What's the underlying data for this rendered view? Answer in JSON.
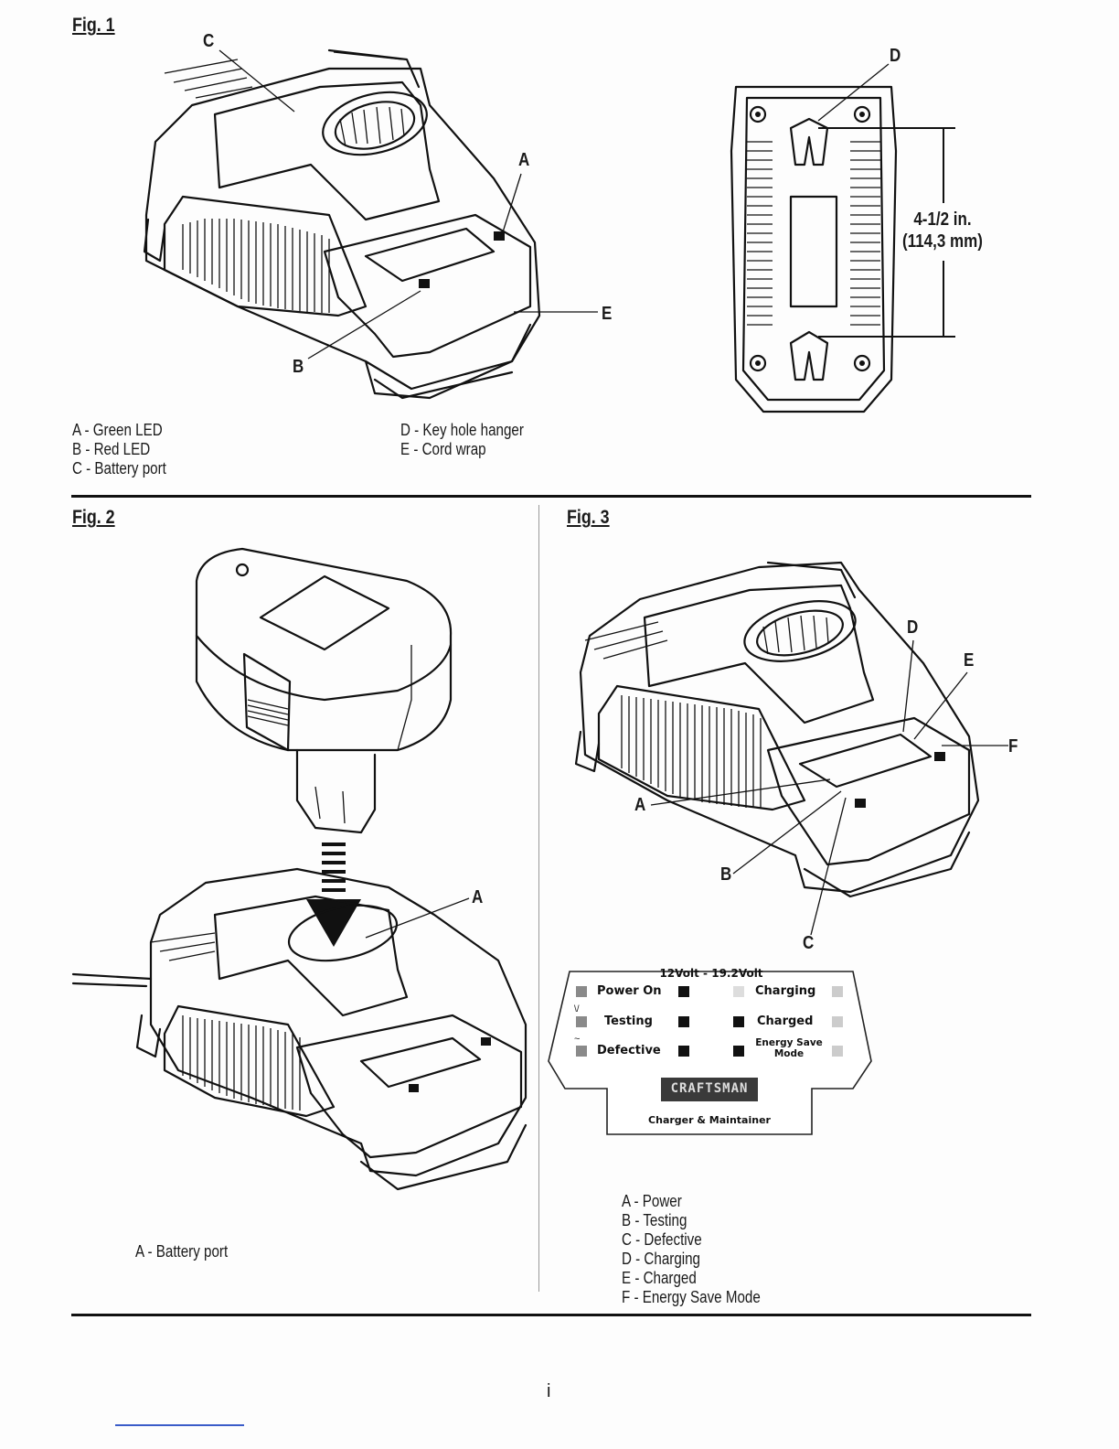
{
  "fig1": {
    "title": "Fig. 1",
    "callouts": {
      "a": "A",
      "b": "B",
      "c": "C",
      "d": "D",
      "e": "E"
    },
    "dimension": {
      "line1": "4-1/2 in.",
      "line2": "(114,3 mm)"
    },
    "legend_left": [
      "A - Green LED",
      "B - Red LED",
      "C - Battery port"
    ],
    "legend_right": [
      "D - Key hole  hanger",
      "E - Cord wrap"
    ]
  },
  "fig2": {
    "title": "Fig. 2",
    "callouts": {
      "a": "A"
    },
    "legend": [
      "A - Battery port"
    ]
  },
  "fig3": {
    "title": "Fig. 3",
    "callouts": {
      "a": "A",
      "b": "B",
      "c": "C",
      "d": "D",
      "e": "E",
      "f": "F"
    },
    "panel": {
      "voltage": "12Volt - 19.2Volt",
      "power_on": "Power On",
      "testing": "Testing",
      "defective": "Defective",
      "charging": "Charging",
      "charged": "Charged",
      "energy_save_1": "Energy Save",
      "energy_save_2": "Mode",
      "brand": "CRAFTSMAN",
      "footer": "Charger & Maintainer"
    },
    "legend": [
      "A - Power",
      "B - Testing",
      "C - Defective",
      "D - Charging",
      "E - Charged",
      "F - Energy Save Mode"
    ]
  },
  "page_number": "i",
  "colors": {
    "ink": "#111111",
    "paper": "#fdfdfd",
    "link_underline": "#3a5cc9"
  }
}
